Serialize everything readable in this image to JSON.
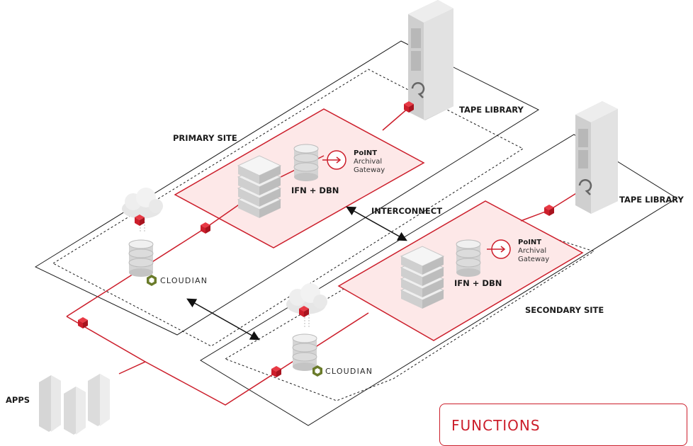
{
  "colors": {
    "accent": "#cc1e2b",
    "site_fill": "#fde8e8",
    "line": "#1a1a1a",
    "server_gray": "#d9d9d9"
  },
  "labels": {
    "primary_site": "PRIMARY SITE",
    "secondary_site": "SECONDARY SITE",
    "interconnect": "INTERCONNECT",
    "apps": "APPS",
    "tape_library_1": "TAPE LIBRARY",
    "tape_library_2": "TAPE LIBRARY",
    "ifn_dbn_1": "IFN + DBN",
    "ifn_dbn_2": "IFN + DBN"
  },
  "gateway": {
    "brand": "PoINT",
    "line1": "Archival",
    "line2": "Gateway"
  },
  "cloudian": {
    "brand": "CLOUDIAN"
  },
  "functions": {
    "title": "FUNCTIONS"
  },
  "icons": [
    "server-stack-icon",
    "database-icon",
    "cloud-icon",
    "tape-library-icon",
    "gateway-arrow-icon",
    "cloudian-logo-icon",
    "apps-server-icon",
    "node-cube-icon"
  ]
}
